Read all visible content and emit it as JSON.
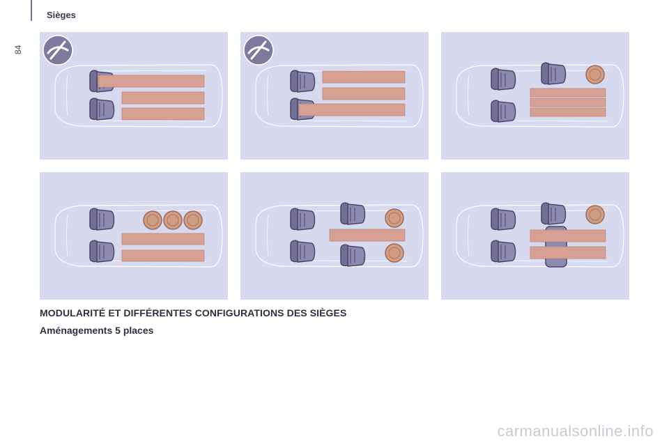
{
  "header": {
    "section": "Sièges",
    "page_number": "84"
  },
  "heading": "MODULARITÉ ET DIFFÉRENTES CONFIGURATIONS DES SIÈGES",
  "subheading": "Aménagements 5 places",
  "watermark": "carmanualsonline.info",
  "colors": {
    "panel": "#d7d9ef",
    "seat": "#746f95",
    "load": "#d6a193",
    "accent": "#6e6e9a"
  },
  "icons": [
    "warning-badge-icon",
    "seat-icon",
    "cargo-barrel-icon",
    "car-outline-icon"
  ]
}
